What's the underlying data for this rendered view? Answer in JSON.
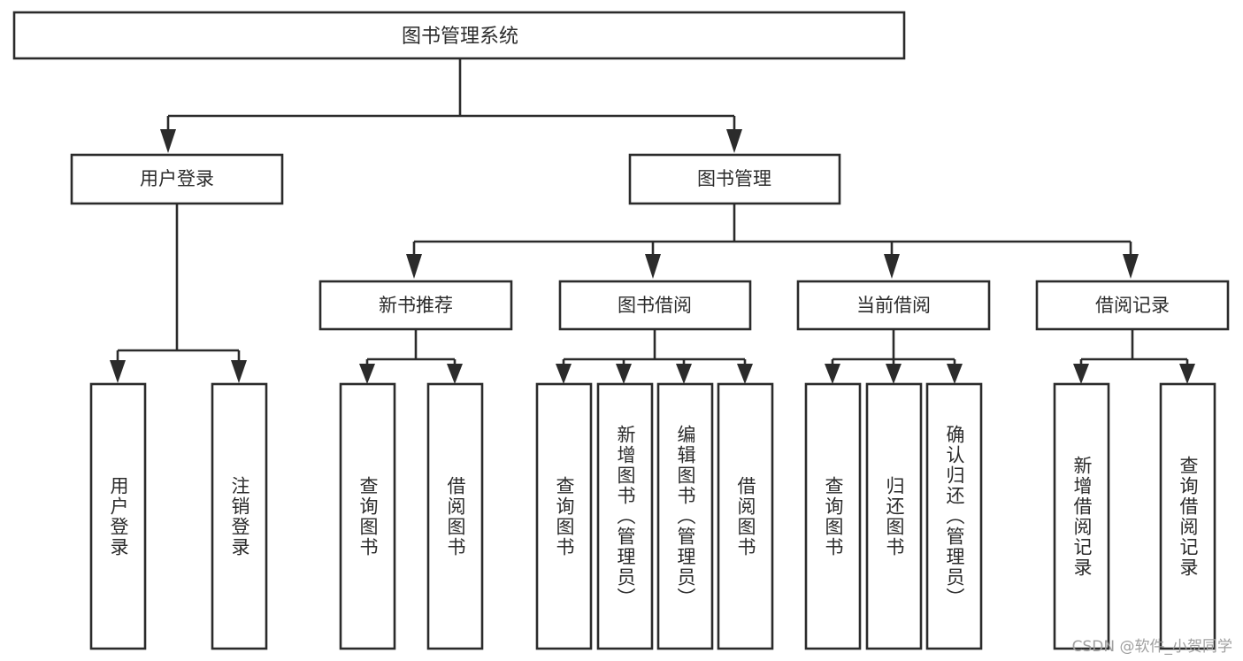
{
  "diagram": {
    "title": "图书管理系统",
    "type": "tree-hierarchy-chart",
    "orientation": "top-down",
    "colors": {
      "box_fill": "#ffffff",
      "box_stroke": "#2b2b2b",
      "connector": "#2b2b2b",
      "text": "#2b2b2b",
      "background": "#ffffff",
      "watermark": "#9b9b9b"
    },
    "root": {
      "label": "图书管理系统"
    },
    "level1": [
      {
        "label": "用户登录"
      },
      {
        "label": "图书管理"
      }
    ],
    "level2": [
      {
        "label": "新书推荐"
      },
      {
        "label": "图书借阅"
      },
      {
        "label": "当前借阅"
      },
      {
        "label": "借阅记录"
      }
    ],
    "leaves": {
      "user_login": [
        {
          "label": "用户登录"
        },
        {
          "label": "注销登录"
        }
      ],
      "new_book_recommend": [
        {
          "label": "查询图书"
        },
        {
          "label": "借阅图书"
        }
      ],
      "book_borrow": [
        {
          "label": "查询图书"
        },
        {
          "label": "新增图书（管理员）"
        },
        {
          "label": "编辑图书（管理员）"
        },
        {
          "label": "借阅图书"
        }
      ],
      "current_borrow": [
        {
          "label": "查询图书"
        },
        {
          "label": "归还图书"
        },
        {
          "label": "确认归还（管理员）"
        }
      ],
      "borrow_record": [
        {
          "label": "新增借阅记录"
        },
        {
          "label": "查询借阅记录"
        }
      ]
    }
  },
  "watermark": {
    "text": "CSDN @软件_小贺同学"
  }
}
